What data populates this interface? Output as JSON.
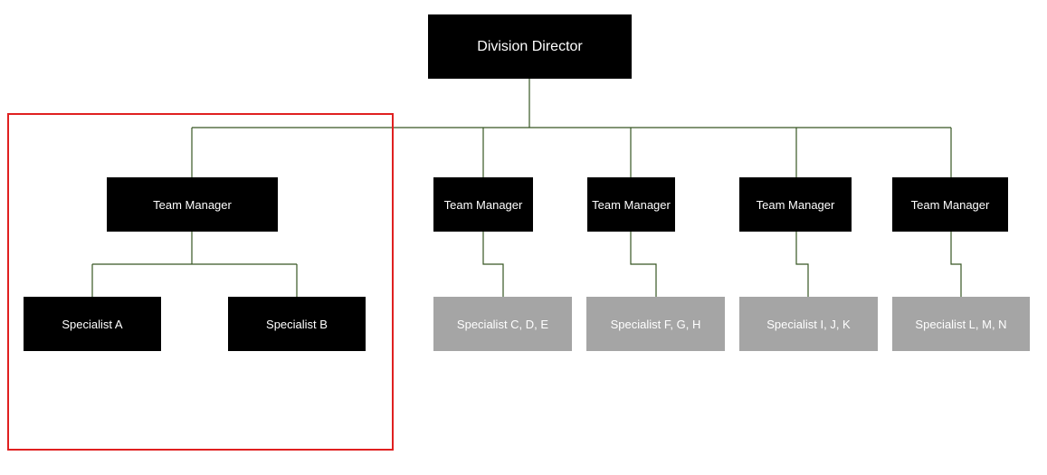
{
  "colors": {
    "node_dark": "#000000",
    "node_grey": "#a5a5a5",
    "node_text": "#ffffff",
    "connector": "#375623",
    "highlight": "#e02020"
  },
  "director": {
    "label": "Division Director"
  },
  "managers": [
    {
      "label": "Team Manager"
    },
    {
      "label": "Team Manager"
    },
    {
      "label": "Team Manager"
    },
    {
      "label": "Team Manager"
    },
    {
      "label": "Team Manager"
    }
  ],
  "specialists": [
    {
      "label": "Specialist A",
      "style": "dark"
    },
    {
      "label": "Specialist B",
      "style": "dark"
    },
    {
      "label": "Specialist C, D, E",
      "style": "grey"
    },
    {
      "label": "Specialist F, G, H",
      "style": "grey"
    },
    {
      "label": "Specialist I, J, K",
      "style": "grey"
    },
    {
      "label": "Specialist L, M, N",
      "style": "grey"
    }
  ]
}
